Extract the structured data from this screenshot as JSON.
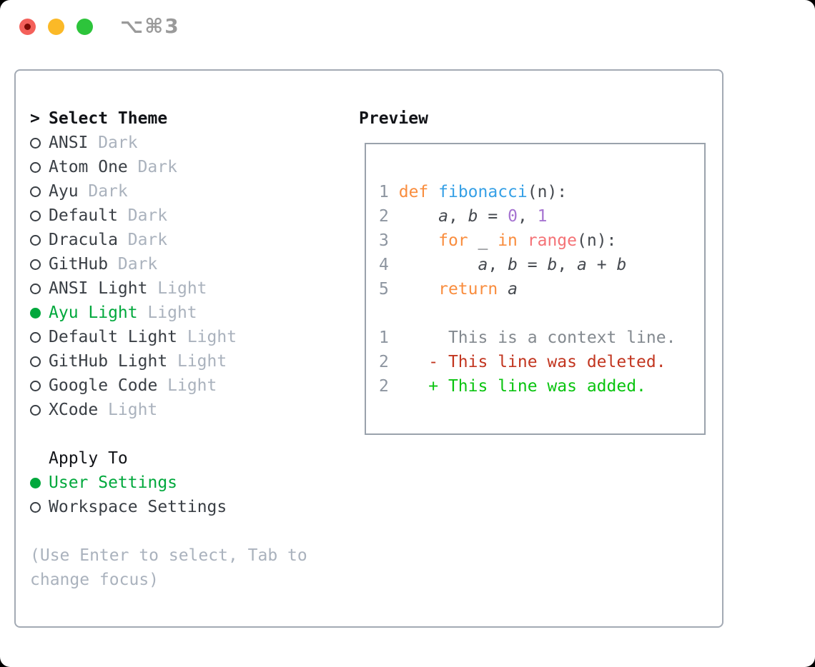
{
  "window": {
    "title": "⌥⌘3"
  },
  "titlebar": {
    "buttons": [
      {
        "name": "close-button",
        "color": "#f4605a"
      },
      {
        "name": "minimize-button",
        "color": "#fbb927"
      },
      {
        "name": "zoom-button",
        "color": "#2dc43b"
      }
    ]
  },
  "sidebar": {
    "header_prefix": ">",
    "header": "Select Theme",
    "themes": [
      {
        "name": "ANSI",
        "tag": "Dark",
        "selected": false
      },
      {
        "name": "Atom One",
        "tag": "Dark",
        "selected": false
      },
      {
        "name": "Ayu",
        "tag": "Dark",
        "selected": false
      },
      {
        "name": "Default",
        "tag": "Dark",
        "selected": false
      },
      {
        "name": "Dracula",
        "tag": "Dark",
        "selected": false
      },
      {
        "name": "GitHub",
        "tag": "Dark",
        "selected": false
      },
      {
        "name": "ANSI Light",
        "tag": "Light",
        "selected": false
      },
      {
        "name": "Ayu Light",
        "tag": "Light",
        "selected": true
      },
      {
        "name": "Default Light",
        "tag": "Light",
        "selected": false
      },
      {
        "name": "GitHub Light",
        "tag": "Light",
        "selected": false
      },
      {
        "name": "Google Code",
        "tag": "Light",
        "selected": false
      },
      {
        "name": "XCode",
        "tag": "Light",
        "selected": false
      }
    ],
    "apply_to": {
      "header": "Apply To",
      "options": [
        {
          "label": "User Settings",
          "selected": true
        },
        {
          "label": "Workspace Settings",
          "selected": false
        }
      ]
    },
    "hint": "(Use Enter to select, Tab to\nchange focus)"
  },
  "preview": {
    "title": "Preview",
    "lines": [
      {
        "num": "1",
        "tokens": [
          {
            "t": "def",
            "c": "kw"
          },
          {
            "t": " "
          },
          {
            "t": "fibonacci",
            "c": "fn"
          },
          {
            "t": "(n):"
          }
        ]
      },
      {
        "num": "2",
        "tokens": [
          {
            "t": "    "
          },
          {
            "t": "a",
            "c": "var"
          },
          {
            "t": ", "
          },
          {
            "t": "b",
            "c": "var"
          },
          {
            "t": " = "
          },
          {
            "t": "0",
            "c": "num"
          },
          {
            "t": ", "
          },
          {
            "t": "1",
            "c": "num"
          }
        ]
      },
      {
        "num": "3",
        "tokens": [
          {
            "t": "    "
          },
          {
            "t": "for",
            "c": "kw"
          },
          {
            "t": " _ "
          },
          {
            "t": "in",
            "c": "kw"
          },
          {
            "t": " "
          },
          {
            "t": "range",
            "c": "call"
          },
          {
            "t": "(n):"
          }
        ]
      },
      {
        "num": "4",
        "tokens": [
          {
            "t": "        "
          },
          {
            "t": "a",
            "c": "var"
          },
          {
            "t": ", "
          },
          {
            "t": "b",
            "c": "var"
          },
          {
            "t": " = "
          },
          {
            "t": "b",
            "c": "var"
          },
          {
            "t": ", "
          },
          {
            "t": "a",
            "c": "var"
          },
          {
            "t": " + "
          },
          {
            "t": "b",
            "c": "var"
          }
        ]
      },
      {
        "num": "5",
        "tokens": [
          {
            "t": "    "
          },
          {
            "t": "return",
            "c": "kw"
          },
          {
            "t": " "
          },
          {
            "t": "a",
            "c": "var"
          }
        ]
      },
      {
        "blank": true
      },
      {
        "num": "1",
        "tokens": [
          {
            "t": "     This is a context line.",
            "c": "ctx"
          }
        ]
      },
      {
        "num": "2",
        "tokens": [
          {
            "t": "   "
          },
          {
            "t": "- This line was deleted.",
            "c": "del"
          }
        ]
      },
      {
        "num": "2",
        "tokens": [
          {
            "t": "   "
          },
          {
            "t": "+ This line was added.",
            "c": "add"
          }
        ]
      }
    ]
  },
  "colors": {
    "selected_green": "#00a83c",
    "diff_added": "#0ac410",
    "diff_deleted": "#c23620",
    "context_gray": "#83898f",
    "keyword_orange": "#f98d3e",
    "function_blue": "#36a0e6",
    "call_coral": "#f47276",
    "number_purple": "#a674d1",
    "tag_gray": "#aab2bd",
    "line_number_gray": "#8d95a0",
    "border_gray": "#9aa2ac",
    "traffic_red": "#f4605a",
    "traffic_yellow": "#fbb927",
    "traffic_green": "#2dc43b"
  }
}
